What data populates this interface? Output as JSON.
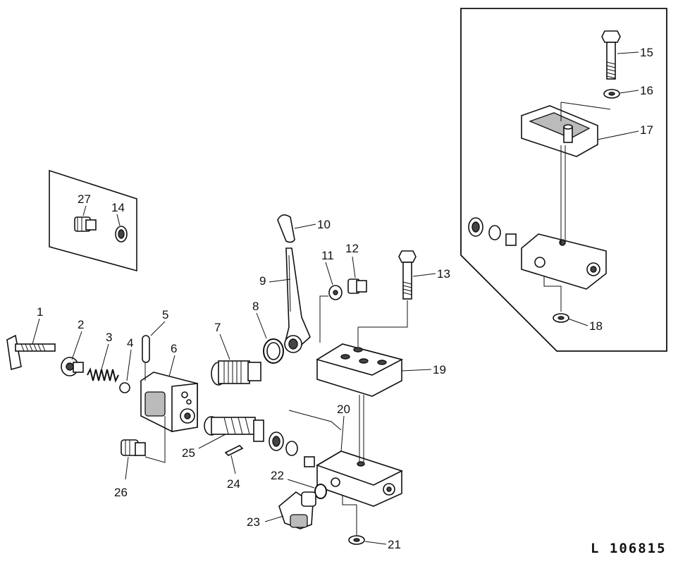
{
  "diagram": {
    "reference": "L 106815",
    "callouts": [
      "1",
      "2",
      "3",
      "4",
      "5",
      "6",
      "7",
      "8",
      "9",
      "10",
      "11",
      "12",
      "13",
      "14",
      "15",
      "16",
      "17",
      "18",
      "19",
      "20",
      "21",
      "22",
      "23",
      "24",
      "25",
      "26",
      "27"
    ]
  }
}
